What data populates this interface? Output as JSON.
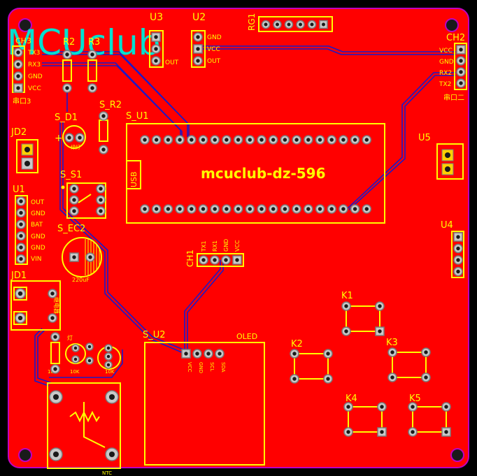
{
  "colors": {
    "board": "#ff0000",
    "silkscreen": "#ffff00",
    "trace": "#1a1ac8",
    "outline": "#c000c0",
    "logo": "#00e0d0",
    "pad": "#c8c8c8"
  },
  "logo": "MCUclub",
  "board_title": "mcuclub-dz-596",
  "components": {
    "rg1": "RG1",
    "u3": "U3",
    "u3_out": "OUT",
    "u2": "U2",
    "u2_gnd": "GND",
    "u2_vcc": "VCC",
    "u2_out": "OUT",
    "ch2": "CH2",
    "ch2_pins": [
      "VCC",
      "GND",
      "RX2",
      "TX2"
    ],
    "ch2_sub": "串口二",
    "ch3": "CH3",
    "ch3_pins": [
      "TX3",
      "RX3",
      "GND",
      "VCC"
    ],
    "ch3_sub": "串口3",
    "r2": "R2",
    "r3": "R3",
    "s_d1": "S_D1",
    "s_d1_val": "绿灯",
    "s_r2": "S_R2",
    "s_u1": "S_U1",
    "usb": "USB",
    "jd2": "JD2",
    "s_s1": "S_S1",
    "u1": "U1",
    "u1_pins": [
      "OUT",
      "GND",
      "BAT",
      "GND",
      "GND",
      "VIN"
    ],
    "s_ec2": "S_EC2",
    "s_ec2_val": "220uF",
    "jd1": "JD1",
    "jd1_text": "继电器",
    "ch1": "CH1",
    "ch1_pins": [
      "TX1",
      "RX1",
      "GND",
      "VCC"
    ],
    "u5": "U5",
    "u4": "U4",
    "k1": "K1",
    "k2": "K2",
    "k3": "K3",
    "k4": "K4",
    "k5": "K5",
    "s_u2": "S_U2",
    "oled": "OLED",
    "oled_pins": [
      "VCC",
      "GND",
      "SCL",
      "SDA"
    ],
    "res_10k": "10K",
    "led_label": "灯",
    "ntc": "NTC"
  }
}
